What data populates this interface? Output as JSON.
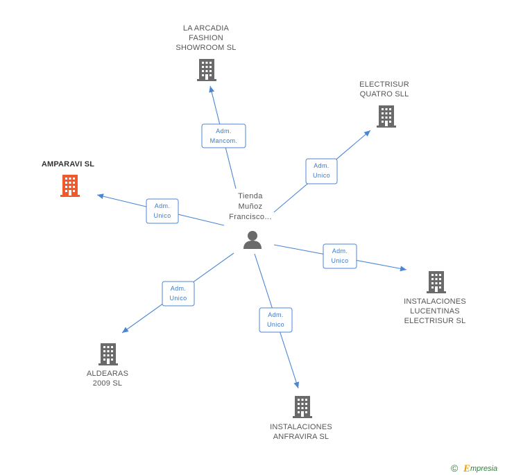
{
  "colors": {
    "edge": "#4a86d4",
    "building": "#6a6a6a",
    "building_highlight": "#f0592b",
    "person": "#6a6a6a"
  },
  "center": {
    "icon": "person-icon",
    "label_lines": [
      "Tienda",
      "Muñoz",
      "Francisco..."
    ]
  },
  "companies": [
    {
      "id": "la-arcadia",
      "icon": "building-icon",
      "label_lines": [
        "LA ARCADIA",
        "FASHION",
        "SHOWROOM SL"
      ],
      "highlight": false
    },
    {
      "id": "electrisur-quatro",
      "icon": "building-icon",
      "label_lines": [
        "ELECTRISUR",
        "QUATRO SLL"
      ],
      "highlight": false
    },
    {
      "id": "amparavi",
      "icon": "building-icon",
      "label_lines": [
        "AMPARAVI SL"
      ],
      "highlight": true
    },
    {
      "id": "instalaciones-lucentinas",
      "icon": "building-icon",
      "label_lines": [
        "INSTALACIONES",
        "LUCENTINAS",
        "ELECTRISUR SL"
      ],
      "highlight": false
    },
    {
      "id": "aldearas",
      "icon": "building-icon",
      "label_lines": [
        "ALDEARAS",
        "2009 SL"
      ],
      "highlight": false
    },
    {
      "id": "instalaciones-anfravira",
      "icon": "building-icon",
      "label_lines": [
        "INSTALACIONES",
        "ANFRAVIRA SL"
      ],
      "highlight": false
    }
  ],
  "relations": [
    {
      "target": "la-arcadia",
      "label_lines": [
        "Adm.",
        "Mancom."
      ]
    },
    {
      "target": "electrisur-quatro",
      "label_lines": [
        "Adm.",
        "Unico"
      ]
    },
    {
      "target": "amparavi",
      "label_lines": [
        "Adm.",
        "Unico"
      ]
    },
    {
      "target": "instalaciones-lucentinas",
      "label_lines": [
        "Adm.",
        "Unico"
      ]
    },
    {
      "target": "aldearas",
      "label_lines": [
        "Adm.",
        "Unico"
      ]
    },
    {
      "target": "instalaciones-anfravira",
      "label_lines": [
        "Adm.",
        "Unico"
      ]
    }
  ],
  "footer": {
    "copyright_symbol": "©",
    "brand_initial": "E",
    "brand_rest": "mpresia"
  }
}
